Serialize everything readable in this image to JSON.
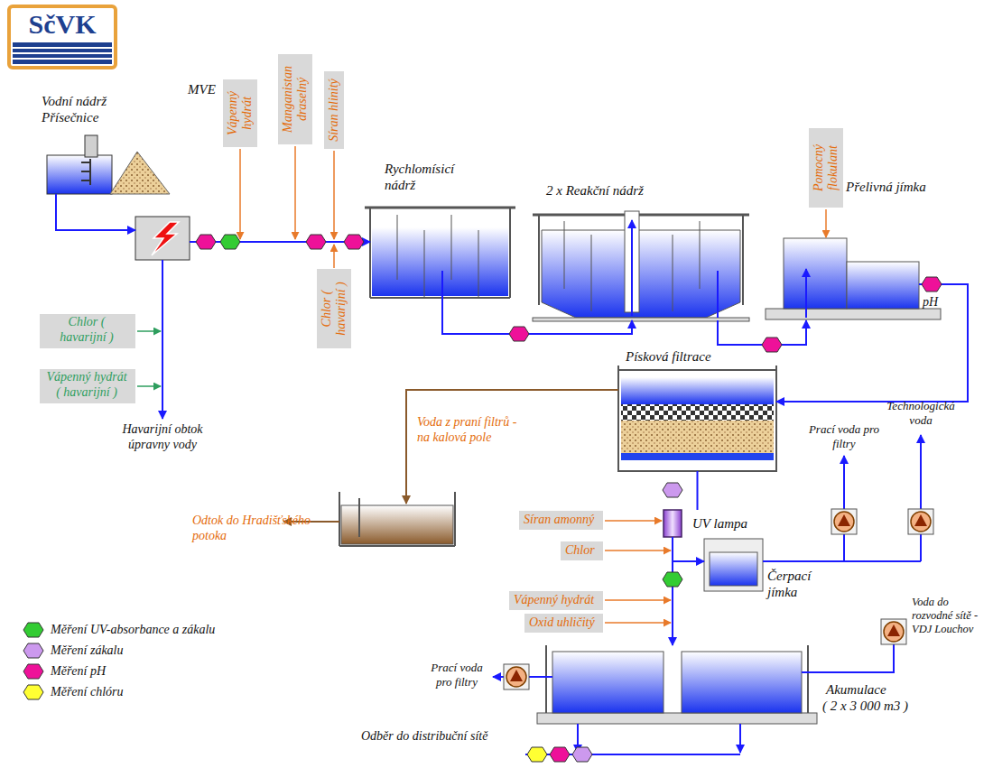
{
  "diagram": {
    "nodes": [
      {
        "text": [
          "SčVK"
        ]
      },
      {
        "text": [
          "Vodní nádrž Přísečnice"
        ]
      },
      {
        "text": [
          "MVE"
        ]
      },
      {
        "text": [
          "Vápenný hydrát"
        ]
      },
      {
        "text": [
          "Manganistan draselný"
        ]
      },
      {
        "text": [
          "Síran hlinitý"
        ]
      },
      {
        "text": [
          "Chlor ( havarijní )"
        ]
      },
      {
        "text": [
          "Rychlomísicí nádrž"
        ]
      },
      {
        "text": [
          "2 x Reakční nádrž"
        ]
      },
      {
        "text": [
          "Pomocný flokulant"
        ]
      },
      {
        "text": [
          "Přelivná jímka"
        ]
      },
      {
        "text": [
          "Chlor ( havarijní )"
        ]
      },
      {
        "text": [
          "Vápenný hydrát ( havarijní )"
        ]
      },
      {
        "text": [
          "Písková filtrace"
        ]
      },
      {
        "text": [
          "Síran amonný"
        ]
      },
      {
        "text": [
          "UV lampa"
        ]
      },
      {
        "text": [
          "Chlor"
        ]
      },
      {
        "text": [
          "Čerpací jímka"
        ]
      },
      {
        "text": [
          "Vápenný hydrát"
        ]
      },
      {
        "text": [
          "Oxid uhličitý"
        ]
      },
      {
        "text": [
          "Akumulace",
          "( 2 x 3 000 m3 )"
        ]
      }
    ],
    "edges": [
      {
        "from": 1,
        "to": 2,
        "arrow": "to"
      },
      {
        "from": 2,
        "to": 7,
        "arrow": "to"
      },
      {
        "from": 7,
        "to": 8,
        "arrow": "to"
      },
      {
        "from": 8,
        "to": 10,
        "arrow": "to"
      },
      {
        "from": 10,
        "to": 13,
        "arrow": "to"
      },
      {
        "from": 13,
        "to": 15,
        "arrow": "none"
      },
      {
        "from": 15,
        "to": 20,
        "arrow": "to"
      },
      {
        "from": 15,
        "to": 17,
        "arrow": "to"
      }
    ],
    "labels": [
      "Voda z praní filtrů - na kalová pole",
      "Odtok do Hradišťského potoka",
      "Havarijní obtok úpravny vody",
      "pH",
      "Prací voda pro filtry",
      "Technologická voda",
      "Voda do rozvodné sítě - VDJ Louchov",
      "Prací voda pro filtry",
      "Odběr do distribuční sítě"
    ],
    "legend": [
      {
        "text": "Měření UV-absorbance a zákalu",
        "color": "#33cc33"
      },
      {
        "text": "Měření zákalu",
        "color": "#cc99ee"
      },
      {
        "text": "Měření pH",
        "color": "#ee1199"
      },
      {
        "text": "Měření chlóru",
        "color": "#ffff33"
      }
    ]
  }
}
